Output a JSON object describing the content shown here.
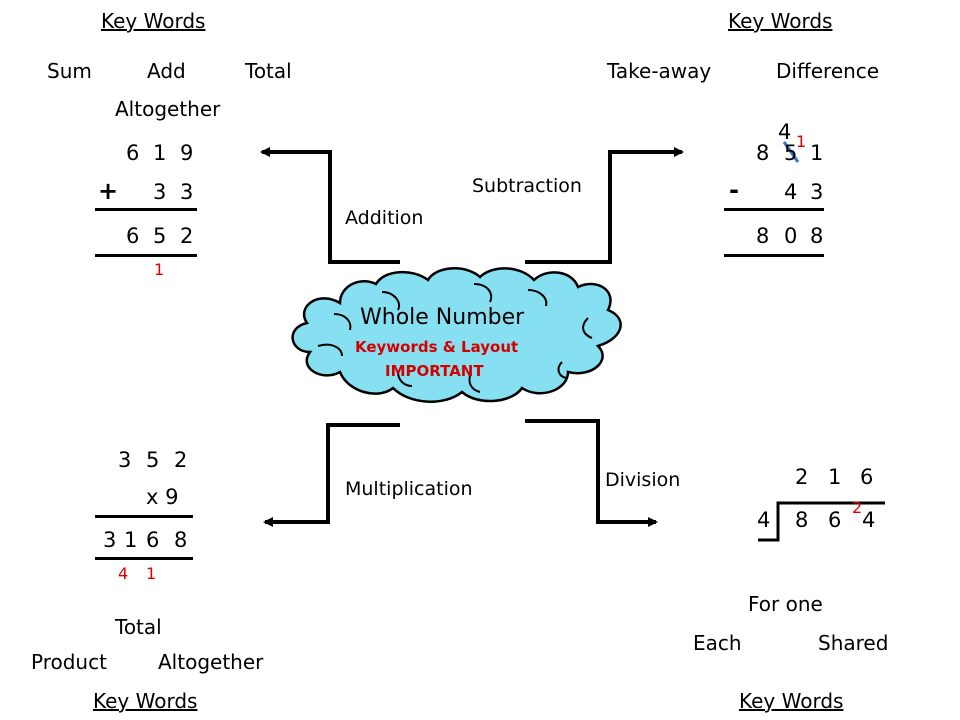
{
  "addition": {
    "key_words_heading": "Key Words",
    "words": [
      "Sum",
      "Add",
      "Total",
      "Altogether"
    ],
    "label": "Addition",
    "top": [
      "6",
      "1",
      "9"
    ],
    "sign": "+",
    "bottom": [
      "3",
      "3"
    ],
    "result": [
      "6",
      "5",
      "2"
    ],
    "carry": "1"
  },
  "subtraction": {
    "key_words_heading": "Key Words",
    "words": [
      "Take-away",
      "Difference"
    ],
    "label": "Subtraction",
    "top": [
      "8",
      "5",
      "1"
    ],
    "borrow_new": "4",
    "borrow_carry": "1",
    "sign": "-",
    "bottom": [
      "4",
      "3"
    ],
    "result": [
      "8",
      "0",
      "8"
    ]
  },
  "multiplication": {
    "key_words_heading": "Key Words",
    "words": [
      "Total",
      "Product",
      "Altogether"
    ],
    "label": "Multiplication",
    "top": [
      "3",
      "5",
      "2"
    ],
    "multiplier": "x 9",
    "result": [
      "3",
      "1",
      "6",
      "8"
    ],
    "carries": [
      "4",
      "1"
    ]
  },
  "division": {
    "key_words_heading": "Key Words",
    "words": [
      "For one",
      "Each",
      "Shared"
    ],
    "label": "Division",
    "quotient": [
      "2",
      "1",
      "6"
    ],
    "divisor": "4",
    "dividend": [
      "8",
      "6",
      "4"
    ],
    "carry": "2"
  },
  "center": {
    "title": "Whole Number",
    "subtitle": "Keywords & Layout",
    "note": "IMPORTANT",
    "cloud_color": "#87dff2",
    "highlight_color": "#d40000",
    "carry_color": "#e00000",
    "strike_color": "#3b6fd1"
  }
}
